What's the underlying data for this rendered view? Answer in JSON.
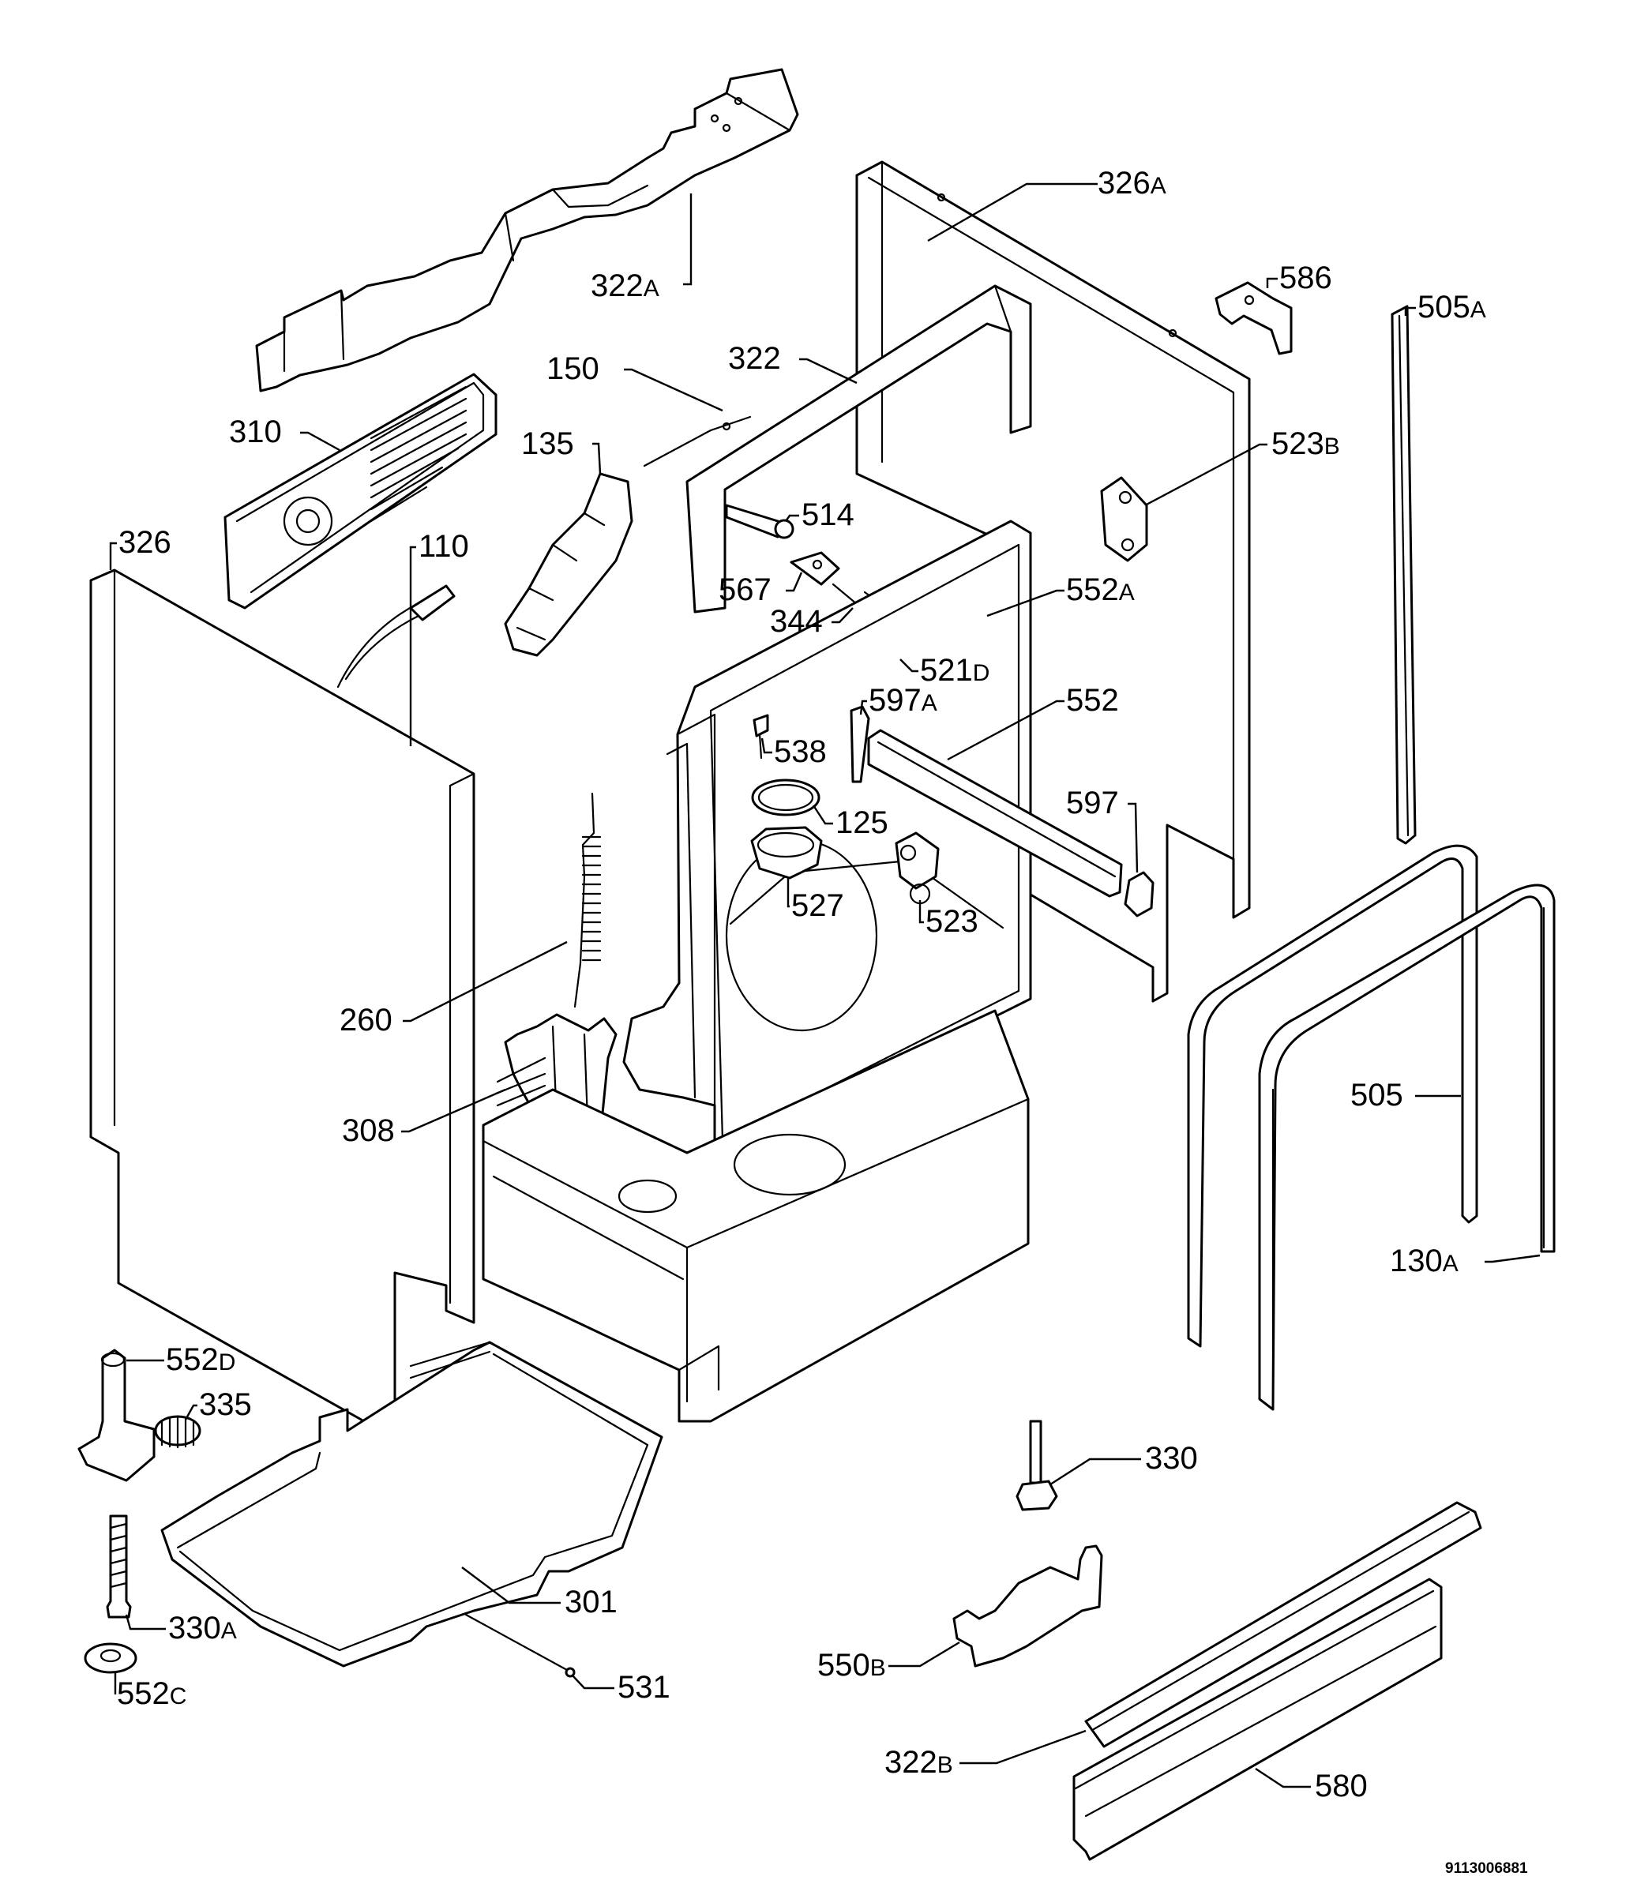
{
  "diagram": {
    "document_number": "9113006881",
    "callouts": [
      {
        "id": "c-322A",
        "num": "322",
        "suffix": "A"
      },
      {
        "id": "c-326A",
        "num": "326",
        "suffix": "A"
      },
      {
        "id": "c-586",
        "num": "586",
        "suffix": ""
      },
      {
        "id": "c-505A",
        "num": "505",
        "suffix": "A"
      },
      {
        "id": "c-150",
        "num": "150",
        "suffix": ""
      },
      {
        "id": "c-322",
        "num": "322",
        "suffix": ""
      },
      {
        "id": "c-310",
        "num": "310",
        "suffix": ""
      },
      {
        "id": "c-135",
        "num": "135",
        "suffix": ""
      },
      {
        "id": "c-523B",
        "num": "523",
        "suffix": "B"
      },
      {
        "id": "c-514",
        "num": "514",
        "suffix": ""
      },
      {
        "id": "c-326",
        "num": "326",
        "suffix": ""
      },
      {
        "id": "c-110",
        "num": "110",
        "suffix": ""
      },
      {
        "id": "c-567",
        "num": "567",
        "suffix": ""
      },
      {
        "id": "c-552A",
        "num": "552",
        "suffix": "A"
      },
      {
        "id": "c-344",
        "num": "344",
        "suffix": ""
      },
      {
        "id": "c-521D",
        "num": "521",
        "suffix": "D"
      },
      {
        "id": "c-597A",
        "num": "597",
        "suffix": "A"
      },
      {
        "id": "c-552",
        "num": "552",
        "suffix": ""
      },
      {
        "id": "c-538",
        "num": "538",
        "suffix": ""
      },
      {
        "id": "c-597",
        "num": "597",
        "suffix": ""
      },
      {
        "id": "c-125",
        "num": "125",
        "suffix": ""
      },
      {
        "id": "c-527",
        "num": "527",
        "suffix": ""
      },
      {
        "id": "c-523",
        "num": "523",
        "suffix": ""
      },
      {
        "id": "c-260",
        "num": "260",
        "suffix": ""
      },
      {
        "id": "c-505",
        "num": "505",
        "suffix": ""
      },
      {
        "id": "c-308",
        "num": "308",
        "suffix": ""
      },
      {
        "id": "c-130A",
        "num": "130",
        "suffix": "A"
      },
      {
        "id": "c-552D",
        "num": "552",
        "suffix": "D"
      },
      {
        "id": "c-335",
        "num": "335",
        "suffix": ""
      },
      {
        "id": "c-330",
        "num": "330",
        "suffix": ""
      },
      {
        "id": "c-301",
        "num": "301",
        "suffix": ""
      },
      {
        "id": "c-330A",
        "num": "330",
        "suffix": "A"
      },
      {
        "id": "c-550B",
        "num": "550",
        "suffix": "B"
      },
      {
        "id": "c-552C",
        "num": "552",
        "suffix": "C"
      },
      {
        "id": "c-531",
        "num": "531",
        "suffix": ""
      },
      {
        "id": "c-322B",
        "num": "322",
        "suffix": "B"
      },
      {
        "id": "c-580",
        "num": "580",
        "suffix": ""
      }
    ]
  }
}
